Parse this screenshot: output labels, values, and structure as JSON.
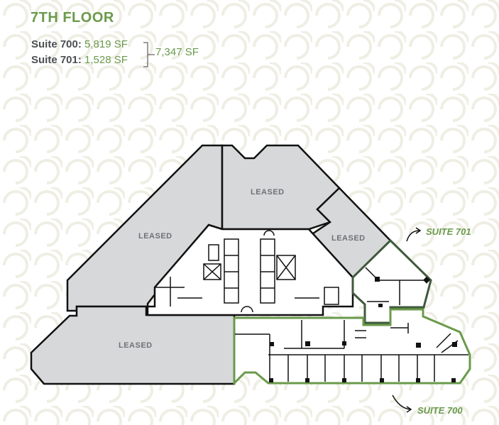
{
  "floor": {
    "title": "7TH FLOOR",
    "suites": [
      {
        "label": "Suite 700:",
        "area": "5,819 SF"
      },
      {
        "label": "Suite 701:",
        "area": "1,528 SF"
      }
    ],
    "total": "7,347 SF"
  },
  "plan": {
    "leased_label": "LEASED",
    "leased_areas": [
      "LEASED",
      "LEASED",
      "LEASED",
      "LEASED"
    ],
    "callouts": [
      {
        "id": "suite-701",
        "label": "SUITE 701"
      },
      {
        "id": "suite-700",
        "label": "SUITE 700"
      }
    ]
  },
  "colors": {
    "accent_green": "#6a9a4b",
    "suite_701_outline": "#3f5a3c",
    "leased_fill": "#d7d8da",
    "wall": "#111111",
    "label_gray": "#6e7275",
    "pattern": "#ecebdf"
  }
}
